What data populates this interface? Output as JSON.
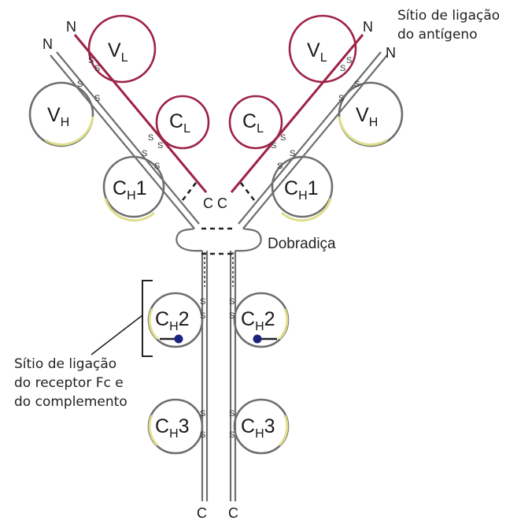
{
  "domains": {
    "vl": {
      "main": "V",
      "sub": "L"
    },
    "cl": {
      "main": "C",
      "sub": "L"
    },
    "vh": {
      "main": "V",
      "sub": "H"
    },
    "ch1": {
      "main": "C",
      "sub": "H",
      "suffix": "1"
    },
    "ch2": {
      "main": "C",
      "sub": "H",
      "suffix": "2"
    },
    "ch3": {
      "main": "C",
      "sub": "H",
      "suffix": "3"
    }
  },
  "termini": {
    "n": "N",
    "c": "C"
  },
  "disulfide": {
    "s": "S"
  },
  "labels": {
    "antigen_site_line1": "Sítio de ligação",
    "antigen_site_line2": "do antígeno",
    "hinge": "Dobradiça",
    "fc_site_line1": "Sítio de ligação",
    "fc_site_line2": "do receptor Fc e",
    "fc_site_line3": "do complemento"
  },
  "colors": {
    "light_chain": "#9e2346",
    "heavy_chain_outline": "#6e6e6e",
    "heavy_chain_tint": "#dede8a",
    "bond": "#222222",
    "glycan_dot": "#1a237e"
  }
}
